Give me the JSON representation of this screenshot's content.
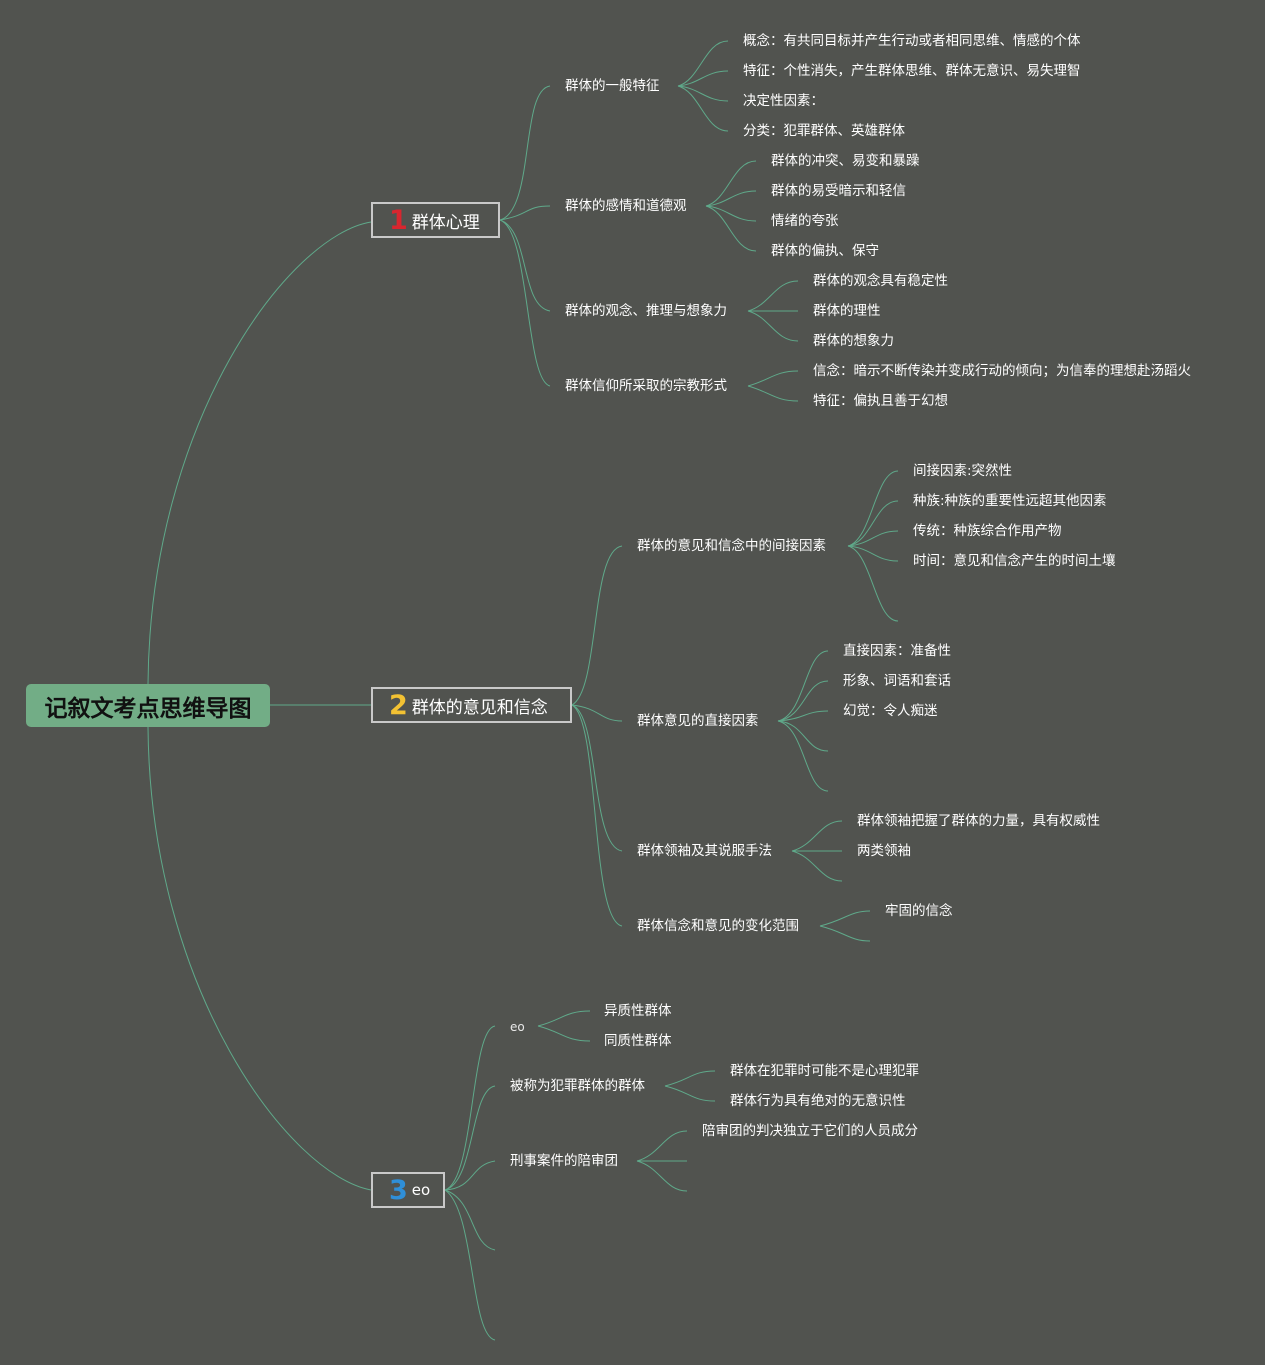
{
  "root": "记叙文考点思维导图",
  "branch1": {
    "num": "1",
    "label": "群体心理",
    "num_color": "#d8262f",
    "subs": [
      {
        "label": "群体的一般特征",
        "items": [
          "概念：有共同目标并产生行动或者相同思维、情感的个体",
          "特征：个性消失，产生群体思维、群体无意识、易失理智",
          "决定性因素：",
          "分类：犯罪群体、英雄群体"
        ]
      },
      {
        "label": "群体的感情和道德观",
        "items": [
          "群体的冲突、易变和暴躁",
          "群体的易受暗示和轻信",
          "情绪的夸张",
          "群体的偏执、保守"
        ]
      },
      {
        "label": "群体的观念、推理与想象力",
        "items": [
          "群体的观念具有稳定性",
          "群体的理性",
          "群体的想象力"
        ]
      },
      {
        "label": "群体信仰所采取的宗教形式",
        "items": [
          "信念：暗示不断传染并变成行动的倾向；为信奉的理想赴汤蹈火",
          "特征：偏执且善于幻想"
        ]
      }
    ]
  },
  "branch2": {
    "num": "2",
    "label": "群体的意见和信念",
    "num_color": "#f3c233",
    "subs": [
      {
        "label": "群体的意见和信念中的间接因素",
        "items": [
          "间接因素:突然性",
          "种族:种族的重要性远超其他因素",
          "传统：种族综合作用产物",
          "时间：意见和信念产生的时间土壤"
        ]
      },
      {
        "label": "群体意见的直接因素",
        "items": [
          "直接因素：准备性",
          "形象、词语和套话",
          "幻觉：令人痴迷"
        ]
      },
      {
        "label": "群体领袖及其说服手法",
        "items": [
          "群体领袖把握了群体的力量，具有权威性",
          "两类领袖"
        ]
      },
      {
        "label": "群体信念和意见的变化范围",
        "items": [
          "牢固的信念"
        ]
      }
    ]
  },
  "branch3": {
    "num": "3",
    "label": "eo",
    "num_color": "#2f8fd8",
    "subs": [
      {
        "label": "eo",
        "items": [
          "异质性群体",
          "同质性群体"
        ]
      },
      {
        "label": "被称为犯罪群体的群体",
        "items": [
          "群体在犯罪时可能不是心理犯罪",
          "群体行为具有绝对的无意识性"
        ]
      },
      {
        "label": "刑事案件的陪审团",
        "items": [
          "陪审团的判决独立于它们的人员成分"
        ]
      }
    ]
  },
  "colors": {
    "background": "#51534f",
    "link": "#5fa98a",
    "root_fill": "#72ad86",
    "node_border": "#c9c9c9"
  }
}
